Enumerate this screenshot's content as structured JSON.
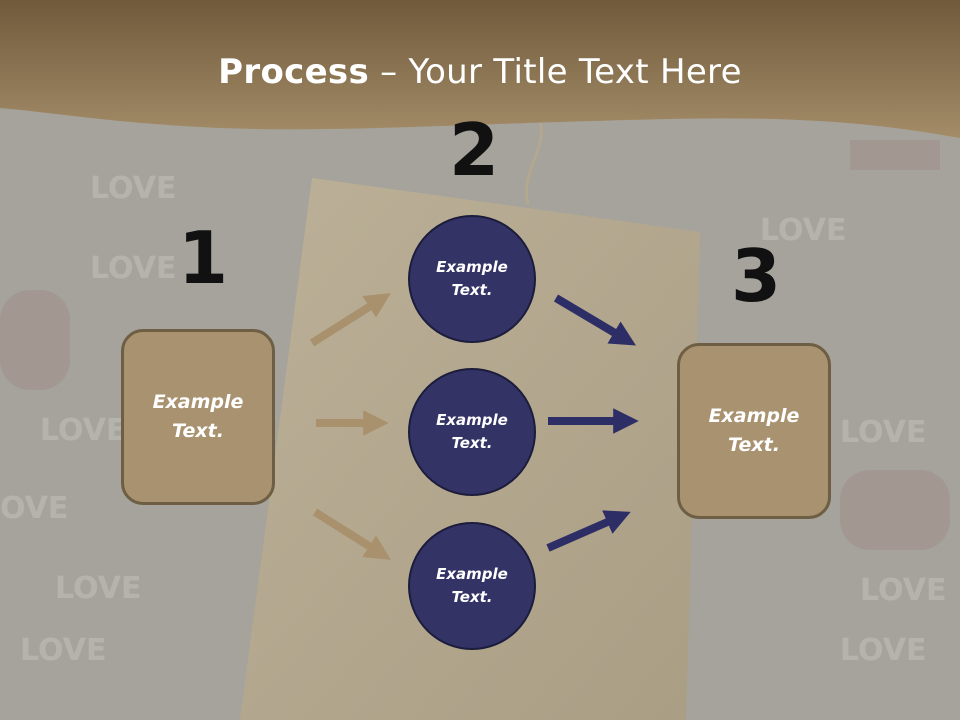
{
  "title": {
    "bold": "Process",
    "rest": " – Your Title Text Here"
  },
  "numbers": [
    "1",
    "2",
    "3"
  ],
  "left_box": {
    "text": "Example\nText."
  },
  "circles": [
    {
      "text": "Example\nText."
    },
    {
      "text": "Example\nText."
    },
    {
      "text": "Example\nText."
    }
  ],
  "right_box": {
    "text": "Example\nText."
  },
  "background_word": "LOVE",
  "colors": {
    "header": "#7d6645",
    "box_fill": "#a89270",
    "circle_fill": "#333366",
    "arrow_tan": "#a8916c",
    "arrow_navy": "#2e2e66",
    "paper_tag": "#b7a98c"
  }
}
